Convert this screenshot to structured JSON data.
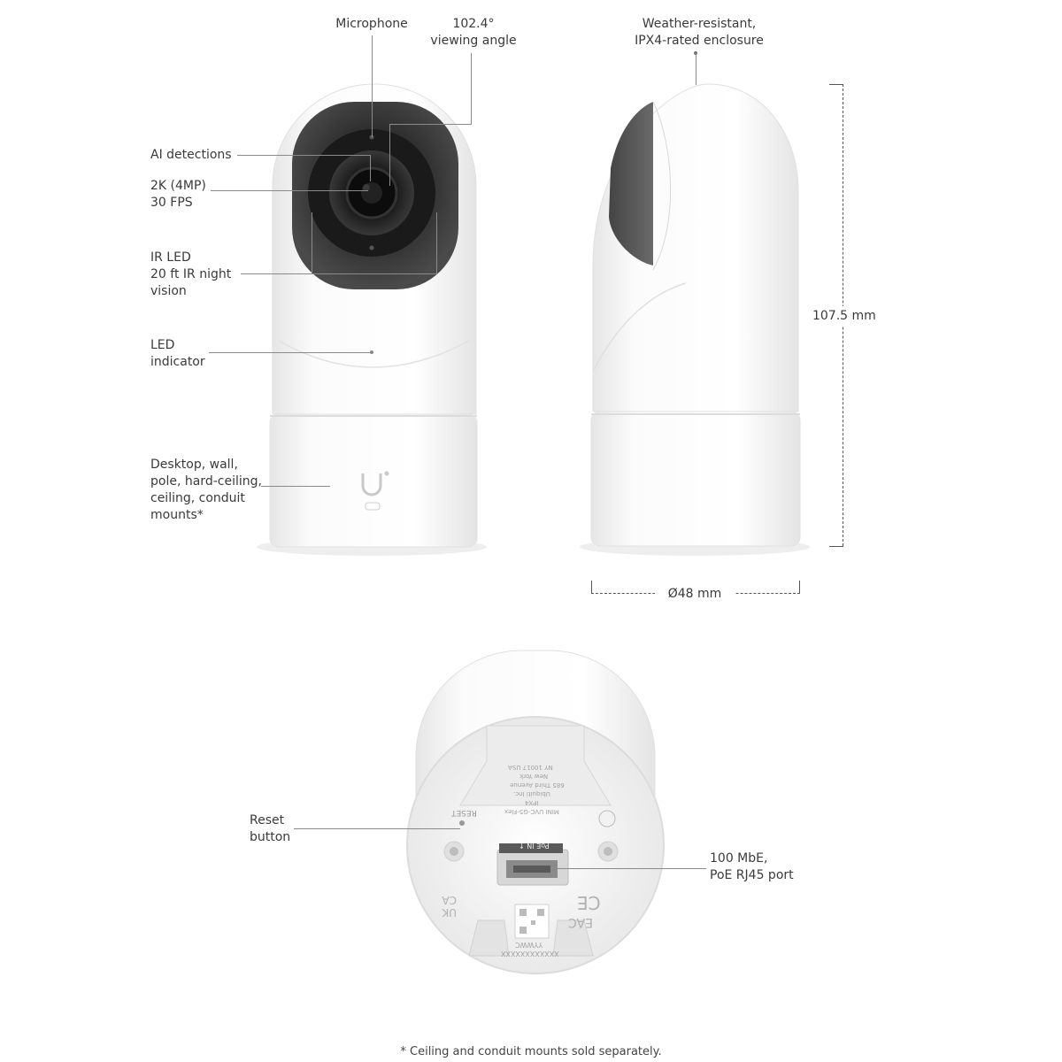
{
  "front_labels": {
    "microphone": "Microphone",
    "viewing_angle": "102.4°\nviewing angle",
    "ai_detections": "AI detections",
    "resolution": "2K (4MP)\n30 FPS",
    "ir_led": "IR LED\n20 ft IR night\nvision",
    "led_indicator": "LED\nindicator",
    "mounts": "Desktop, wall,\npole, hard-ceiling,\nceiling, conduit\nmounts*"
  },
  "side_labels": {
    "enclosure": "Weather-resistant,\nIPX4-rated enclosure",
    "height": "107.5 mm",
    "diameter": "Ø48 mm"
  },
  "bottom_labels": {
    "reset": "Reset\nbutton",
    "port": "100 MbE,\nPoE RJ45 port",
    "back_reset_text": "RESET",
    "back_port_text": "PoE IN ↑",
    "back_model": "MINI UVC-G5-Flex",
    "back_ipx": "IPX4",
    "back_company": "Ubiquiti Inc.",
    "back_addr1": "685 Third Avenue",
    "back_addr2": "New York",
    "back_addr3": "NY 10017 USA",
    "back_code": "YYWWC",
    "back_serial": "XXXXXXXXXXXX",
    "back_ce": "CE",
    "back_eac": "EAC",
    "back_ukca": "UK CA"
  },
  "footnote": "* Ceiling and conduit mounts sold separately.",
  "colors": {
    "body_white": "#f6f6f6",
    "lens_dark": "#2a2a2a",
    "text": "#3a3a3a",
    "leader": "#8a8a8a"
  }
}
